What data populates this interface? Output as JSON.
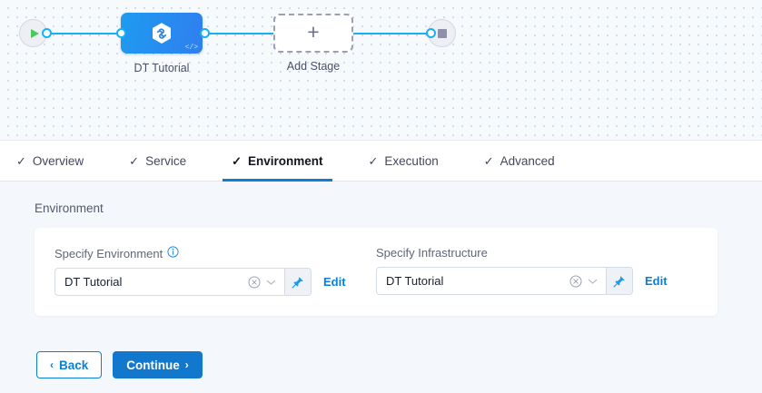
{
  "canvas": {
    "start_node": {
      "icon": "play-icon",
      "name": "pipeline-start"
    },
    "stop_node": {
      "icon": "stop-icon",
      "name": "pipeline-end"
    },
    "stage": {
      "label": "DT Tutorial",
      "icon": "hexagon-link-icon",
      "badge": "</>"
    },
    "add_stage": {
      "label": "Add Stage",
      "icon": "plus-icon"
    },
    "accent_wire_color": "#18b0f4"
  },
  "tabs": [
    {
      "label": "Overview",
      "tick": "✓",
      "active": false
    },
    {
      "label": "Service",
      "tick": "✓",
      "active": false
    },
    {
      "label": "Environment",
      "tick": "✓",
      "active": true
    },
    {
      "label": "Execution",
      "tick": "✓",
      "active": false
    },
    {
      "label": "Advanced",
      "tick": "✓",
      "active": false
    }
  ],
  "panel": {
    "section_title": "Environment",
    "fields": [
      {
        "label": "Specify Environment",
        "has_info": true,
        "value": "DT Tutorial",
        "edit_label": "Edit"
      },
      {
        "label": "Specify Infrastructure",
        "has_info": false,
        "value": "DT Tutorial",
        "edit_label": "Edit"
      }
    ]
  },
  "footer": {
    "back_label": "Back",
    "back_chevron": "‹",
    "continue_label": "Continue",
    "continue_chevron": "›"
  },
  "colors": {
    "accent_blue": "#0b7fd6",
    "primary_button": "#1278cd",
    "wire": "#18b0f4",
    "panel_bg": "#f4f7fb"
  }
}
